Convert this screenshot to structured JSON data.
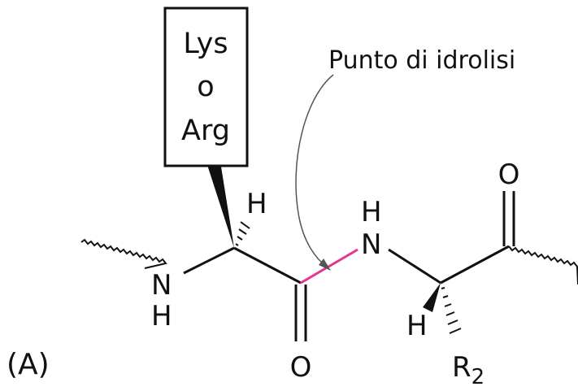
{
  "panel_label": "(A)",
  "side_chain_box": {
    "lines": [
      "Lys",
      "o",
      "Arg"
    ]
  },
  "annotation": {
    "text": "Punto di idrolisi"
  },
  "atoms": {
    "alpha1_h": "H",
    "amide_n1": "N",
    "amide_n1_h": "H",
    "carbonyl_o1": "O",
    "amide_n2": "N",
    "amide_n2_h": "H",
    "alpha2_h": "H",
    "carbonyl_o2": "O",
    "r2_symbol": "R",
    "r2_subscript": "2"
  },
  "colors": {
    "ink": "#111111",
    "scissile_bond": "#e8338f",
    "arrow": "#555555"
  }
}
